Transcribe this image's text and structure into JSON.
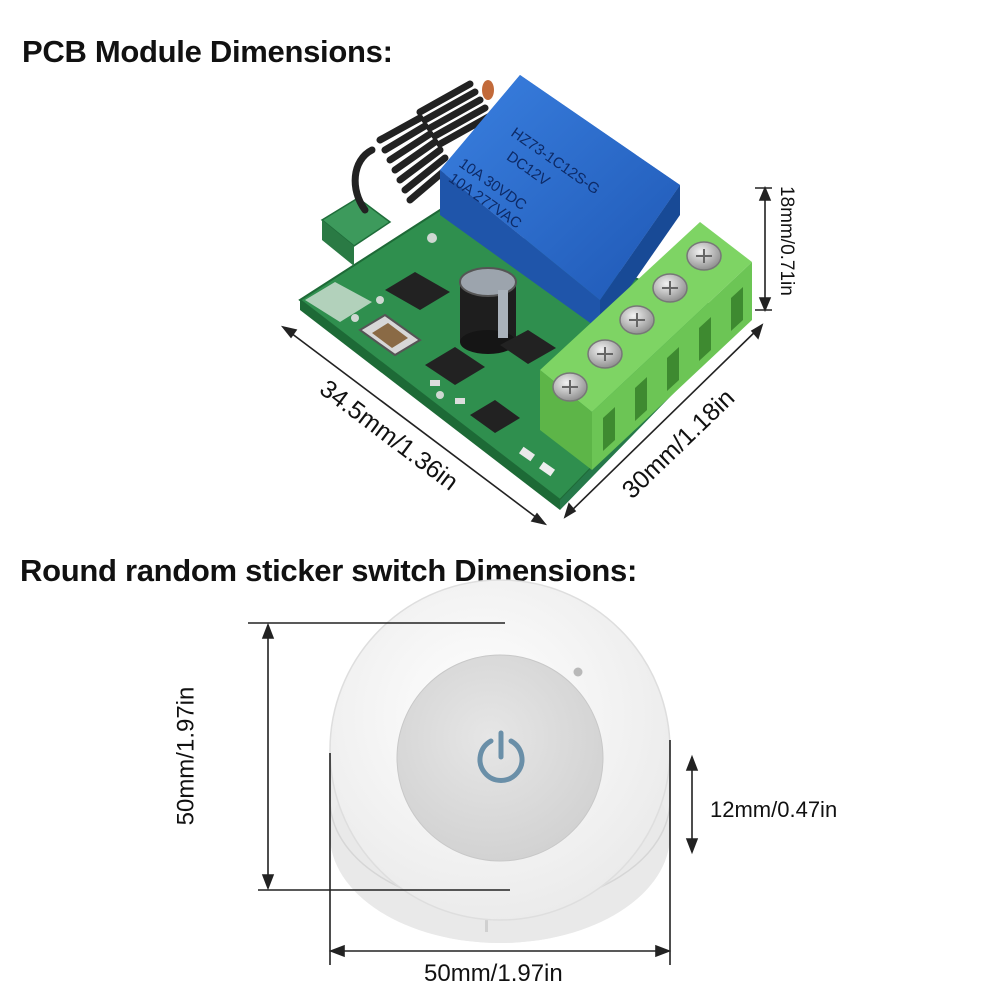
{
  "section1": {
    "heading": "PCB Module Dimensions:",
    "relay_label_line1": "HZ73-1C12S-G",
    "relay_label_line2": "DC12V",
    "relay_label_line3": "10A 30VDC",
    "relay_label_line4": "10A 277VAC",
    "dim_length": "34.5mm/1.36in",
    "dim_width": "30mm/1.18in",
    "dim_height": "18mm/0.71in"
  },
  "section2": {
    "heading": "Round random sticker switch Dimensions:",
    "dim_height": "50mm/1.97in",
    "dim_thickness": "12mm/0.47in",
    "dim_diameter": "50mm/1.97in"
  },
  "colors": {
    "pcb": "#2f8f4e",
    "relay": "#2f6fd0",
    "terminal": "#6fcf5a",
    "switch_body": "#f4f4f4",
    "button": "#dcdcdc",
    "power_icon": "#6a8fa8"
  }
}
